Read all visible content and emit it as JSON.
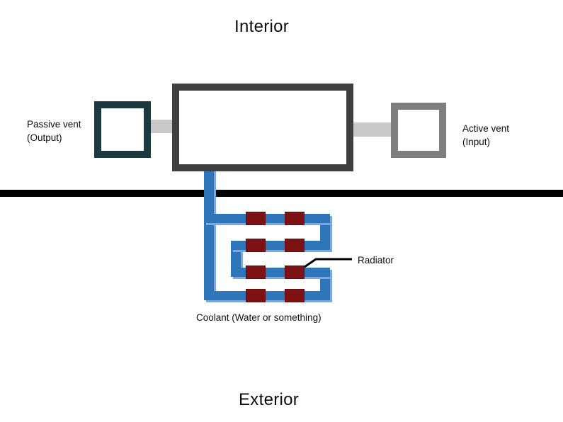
{
  "labels": {
    "interior": "Interior",
    "exterior": "Exterior",
    "passive_vent_line1": "Passive vent",
    "passive_vent_line2": "(Output)",
    "active_vent_line1": "Active vent",
    "active_vent_line2": "(Input)",
    "radiator": "Radiator",
    "coolant": "Coolant (Water or something)"
  },
  "colors": {
    "pipe-blue": "#2e76b9",
    "pipe-blue-light": "#7ba7dc",
    "radiator-red": "#7d1215",
    "radiator-red-edge": "#69090c",
    "machine-gray": "#3f3f3f",
    "vent-teal": "#1b3a40",
    "vent-gray": "#7f7f7f",
    "duct-gray": "#c9c9c9",
    "divider-black": "#000000",
    "text-black": "#0d0d0d",
    "leader-black": "#000000"
  }
}
